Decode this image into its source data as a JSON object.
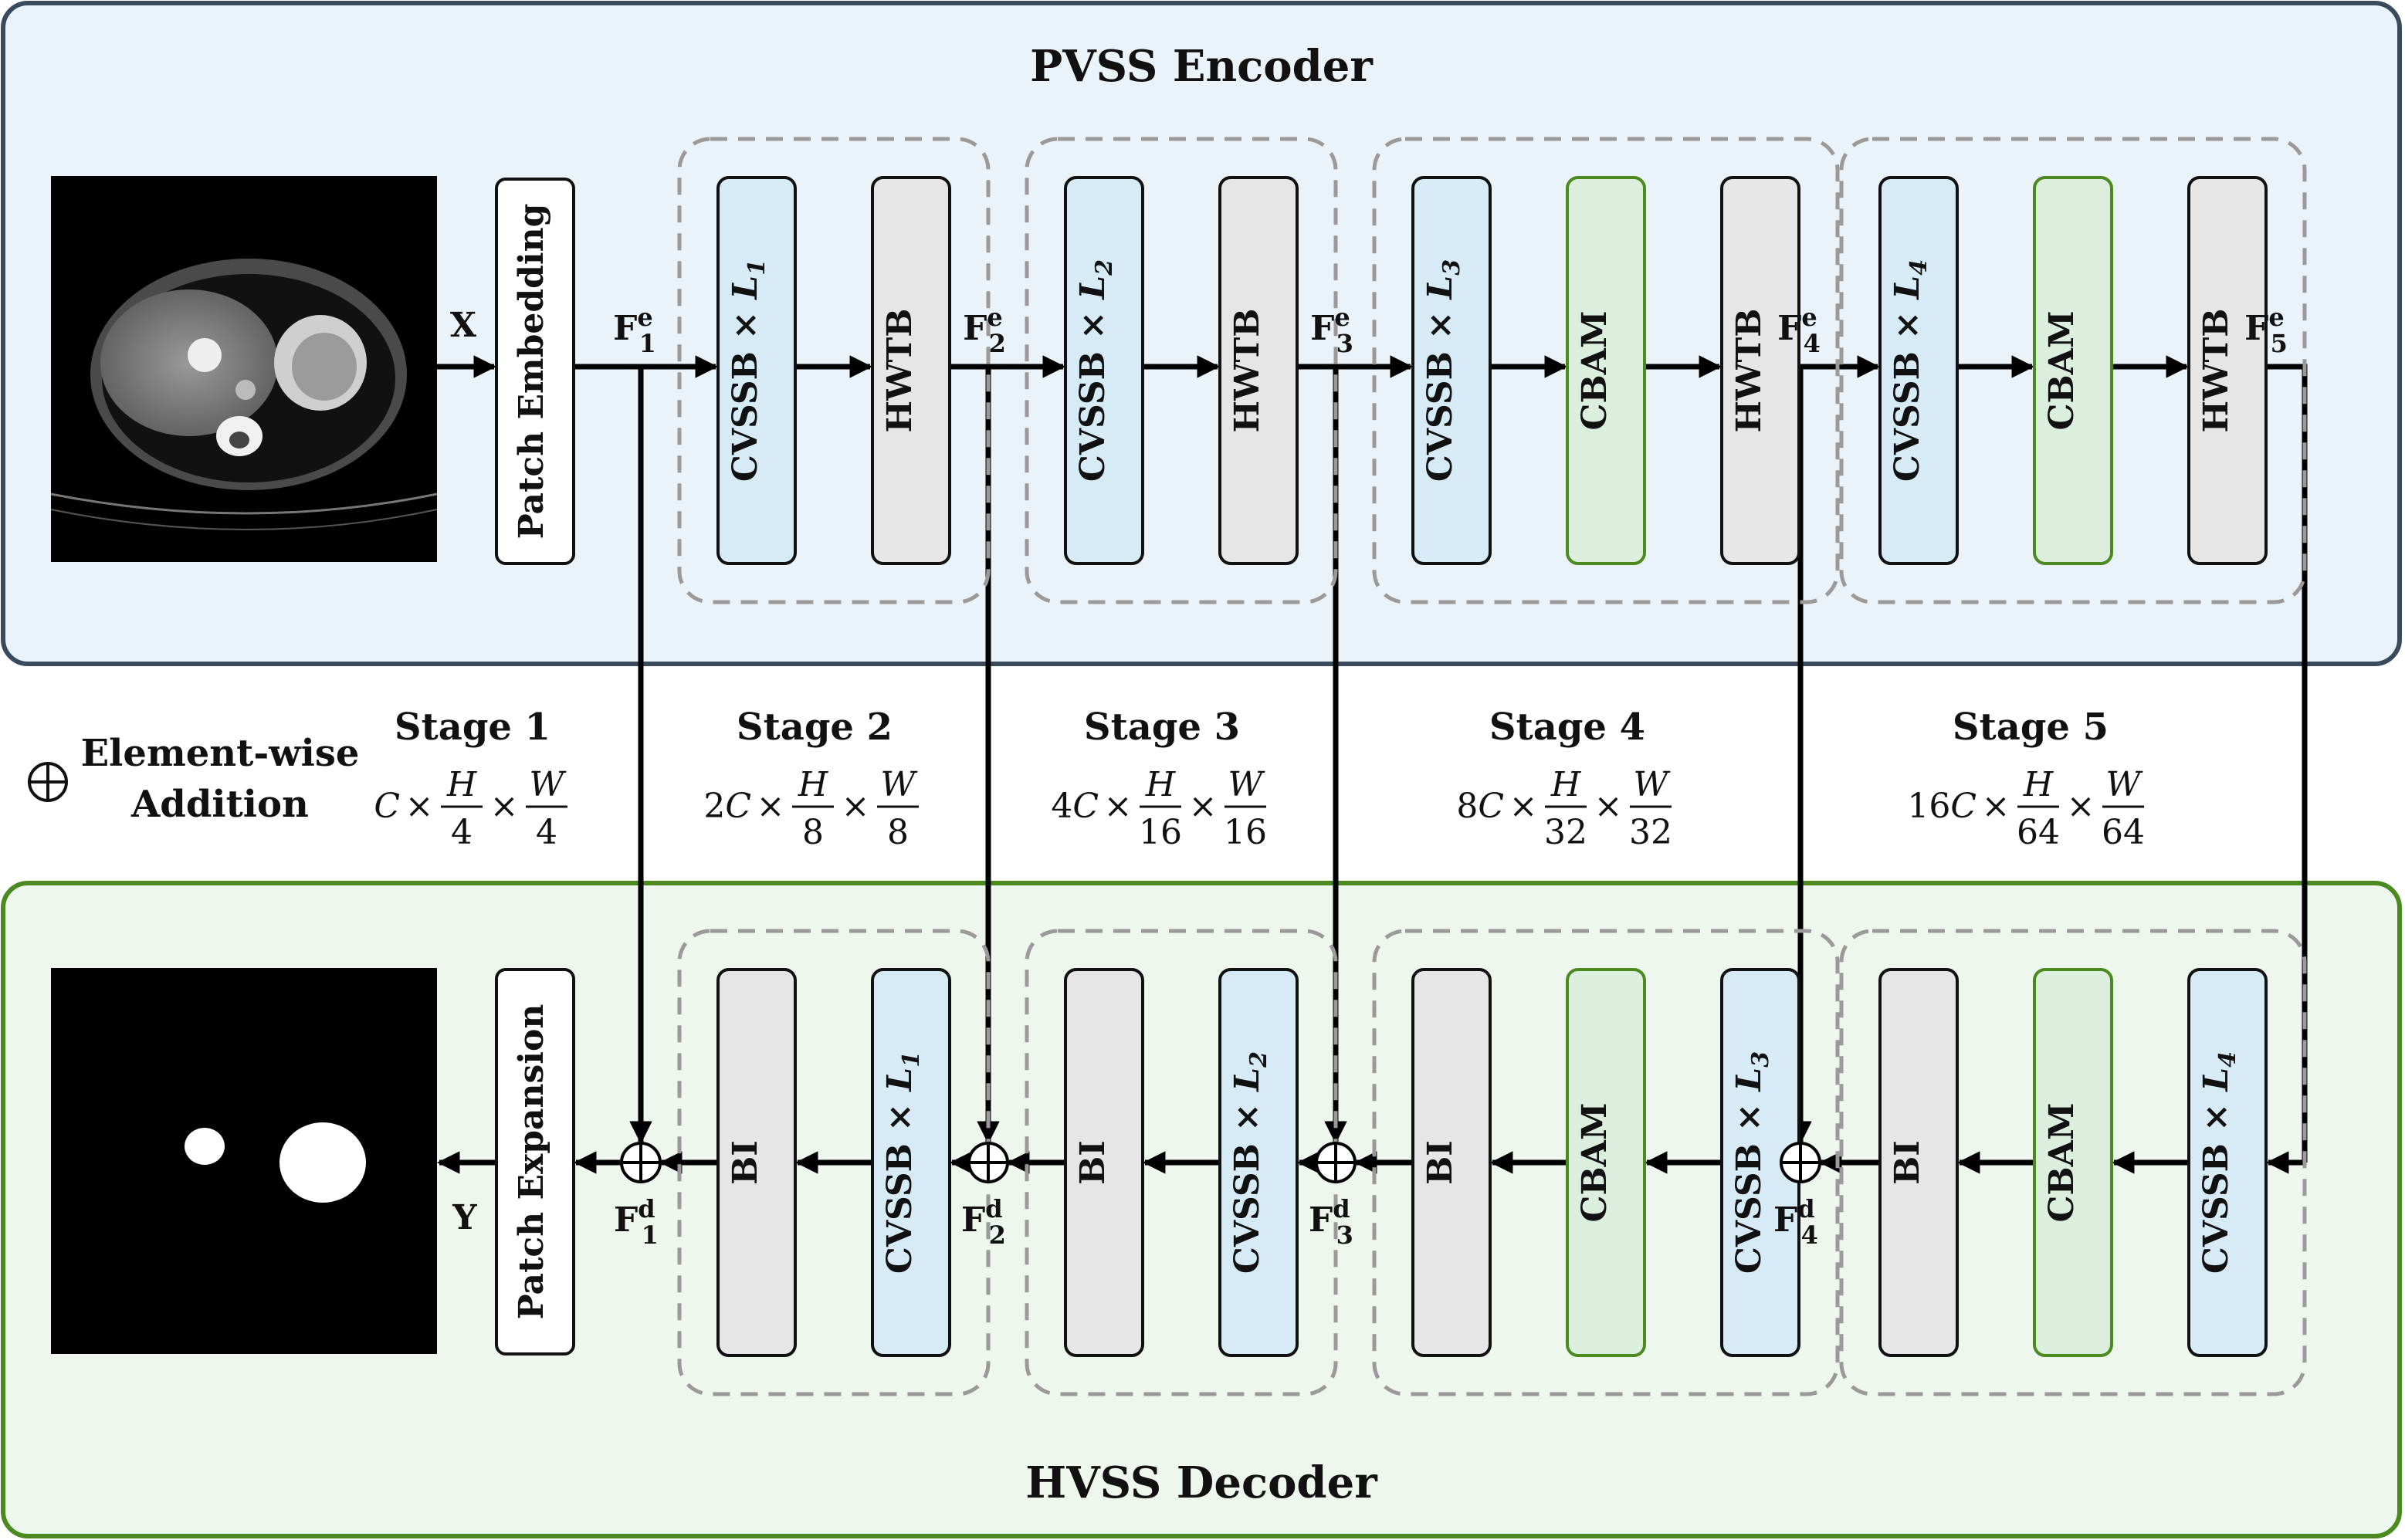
{
  "encoder": {
    "title": "PVSS Encoder",
    "input_label": "X",
    "patch_block": "Patch Embedding",
    "features": [
      {
        "base": "F",
        "sup": "e",
        "sub": "1"
      },
      {
        "base": "F",
        "sup": "e",
        "sub": "2"
      },
      {
        "base": "F",
        "sup": "e",
        "sub": "3"
      },
      {
        "base": "F",
        "sup": "e",
        "sub": "4"
      },
      {
        "base": "F",
        "sup": "e",
        "sub": "5"
      }
    ],
    "stages": [
      {
        "blocks": [
          {
            "kind": "cvssb",
            "text": "CVSSB × ",
            "var": "L",
            "idx": "1"
          },
          {
            "kind": "hwtb",
            "text": "HWTB"
          }
        ]
      },
      {
        "blocks": [
          {
            "kind": "cvssb",
            "text": "CVSSB × ",
            "var": "L",
            "idx": "2"
          },
          {
            "kind": "hwtb",
            "text": "HWTB"
          }
        ]
      },
      {
        "blocks": [
          {
            "kind": "cvssb",
            "text": "CVSSB × ",
            "var": "L",
            "idx": "3"
          },
          {
            "kind": "cbam",
            "text": "CBAM"
          },
          {
            "kind": "hwtb",
            "text": "HWTB"
          }
        ]
      },
      {
        "blocks": [
          {
            "kind": "cvssb",
            "text": "CVSSB × ",
            "var": "L",
            "idx": "4"
          },
          {
            "kind": "cbam",
            "text": "CBAM"
          },
          {
            "kind": "hwtb",
            "text": "HWTB"
          }
        ]
      }
    ]
  },
  "decoder": {
    "title": "HVSS Decoder",
    "output_label": "Y",
    "patch_block": "Patch Expansion",
    "features": [
      {
        "base": "F",
        "sup": "d",
        "sub": "1"
      },
      {
        "base": "F",
        "sup": "d",
        "sub": "2"
      },
      {
        "base": "F",
        "sup": "d",
        "sub": "3"
      },
      {
        "base": "F",
        "sup": "d",
        "sub": "4"
      }
    ],
    "stages": [
      {
        "blocks": [
          {
            "kind": "bi",
            "text": "BI"
          },
          {
            "kind": "cvssb",
            "text": "CVSSB × ",
            "var": "L",
            "idx": "1"
          }
        ]
      },
      {
        "blocks": [
          {
            "kind": "bi",
            "text": "BI"
          },
          {
            "kind": "cvssb",
            "text": "CVSSB × ",
            "var": "L",
            "idx": "2"
          }
        ]
      },
      {
        "blocks": [
          {
            "kind": "bi",
            "text": "BI"
          },
          {
            "kind": "cbam",
            "text": "CBAM"
          },
          {
            "kind": "cvssb",
            "text": "CVSSB × ",
            "var": "L",
            "idx": "3"
          }
        ]
      },
      {
        "blocks": [
          {
            "kind": "bi",
            "text": "BI"
          },
          {
            "kind": "cbam",
            "text": "CBAM"
          },
          {
            "kind": "cvssb",
            "text": "CVSSB × ",
            "var": "L",
            "idx": "4"
          }
        ]
      }
    ]
  },
  "legend": {
    "symbol": "⊕",
    "line1": "Element-wise",
    "line2": "Addition"
  },
  "stage_info": [
    {
      "name": "Stage 1",
      "coef": "",
      "h_den": "4",
      "w_den": "4"
    },
    {
      "name": "Stage 2",
      "coef": "2",
      "h_den": "8",
      "w_den": "8"
    },
    {
      "name": "Stage 3",
      "coef": "4",
      "h_den": "16",
      "w_den": "16"
    },
    {
      "name": "Stage 4",
      "coef": "8",
      "h_den": "32",
      "w_den": "32"
    },
    {
      "name": "Stage 5",
      "coef": "16",
      "h_den": "64",
      "w_den": "64"
    }
  ],
  "math_symbols": {
    "c": "C",
    "h": "H",
    "w": "W",
    "times": "×"
  },
  "colors": {
    "encoder_fill": "#eaf3fa",
    "encoder_border": "#3a4a5c",
    "decoder_fill": "#eef7ee",
    "decoder_border": "#4a8a1e",
    "cvssb_fill": "#d7ebf7",
    "cbam_fill": "#dcefdf",
    "cbam_border": "#4a8a1e",
    "gray_fill": "#e6e6e6",
    "dashed_group": "#9a9a9a"
  }
}
